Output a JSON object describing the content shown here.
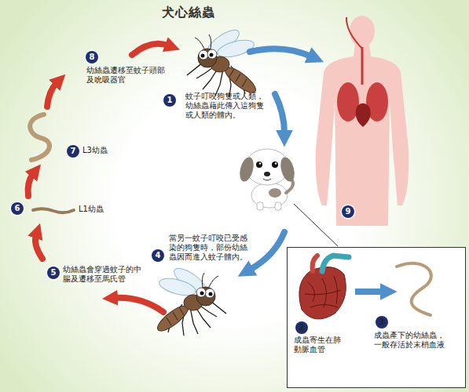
{
  "diagram": {
    "title": "犬心絲蟲",
    "nodes": [
      {
        "text": [
          "1"
        ]
      },
      {
        "text": [
          "成蟲寄生在肺動脈血管",
          "成蟲產下的幼絲蟲，一般存活於末梢血液"
        ]
      },
      {
        "text": [
          "2"
        ],
        "in": 1
      },
      {
        "text": [
          "3"
        ],
        "in": 1
      },
      {
        "text": [
          "4"
        ]
      },
      {
        "text": [
          "5"
        ]
      },
      {
        "text": [
          "6"
        ]
      },
      {
        "text": [
          "7"
        ]
      },
      {
        "text": [
          "8"
        ]
      },
      {
        "text": [
          "9"
        ]
      }
    ],
    "labels": [
      "蚊子叮咬狗隻或人類，幼絲蟲藉此傳入這狗隻或人類的體內。",
      "當另一蚊子叮咬已受感染的狗隻時，部份幼絲蟲因而進入蚊子體內。",
      "幼絲蟲會穿過蚊子的中腸及遷移至馬氏管",
      "L1幼蟲",
      "L3幼蟲",
      "幼絲蟲遷移至蚊子頭部及吮吸器官"
    ]
  }
}
